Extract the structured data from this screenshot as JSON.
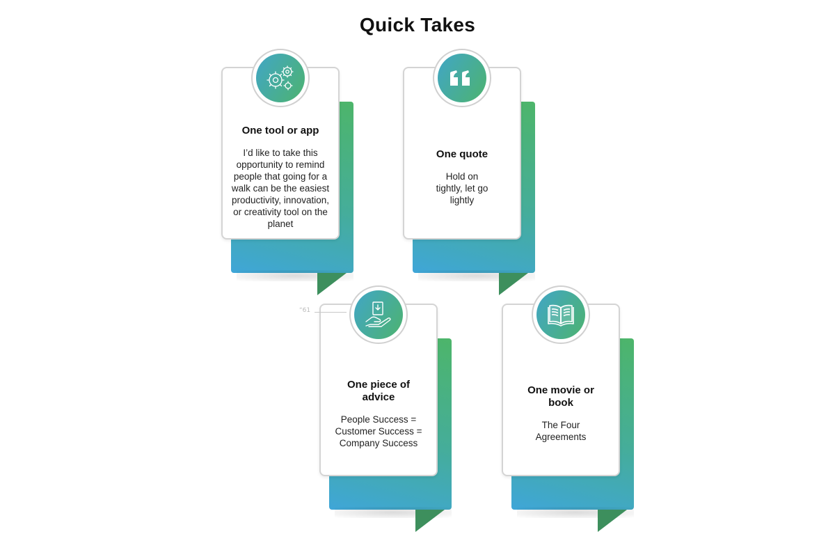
{
  "title": "Quick Takes",
  "colors": {
    "gradient_blue": "#3fa6d8",
    "gradient_green": "#4db56a",
    "fold_dark_green": "#3d8f5d",
    "card_border": "#d4d4d4"
  },
  "cards": [
    {
      "icon": "gears-icon",
      "title": "One tool or app",
      "text": "I’d like to take this opportunity to remind people that going for a walk can be the easiest productivity, innovation, or creativity tool on the planet"
    },
    {
      "icon": "quote-icon",
      "title": "One quote",
      "text": "Hold on tightly, let go lightly"
    },
    {
      "icon": "hand-holding-card-icon",
      "title": "One piece of advice",
      "text": "People Success = Customer Success = Company Success"
    },
    {
      "icon": "open-book-icon",
      "title": "One movie or book",
      "text": "The Four Agreements"
    }
  ],
  "leader_label": "“61"
}
